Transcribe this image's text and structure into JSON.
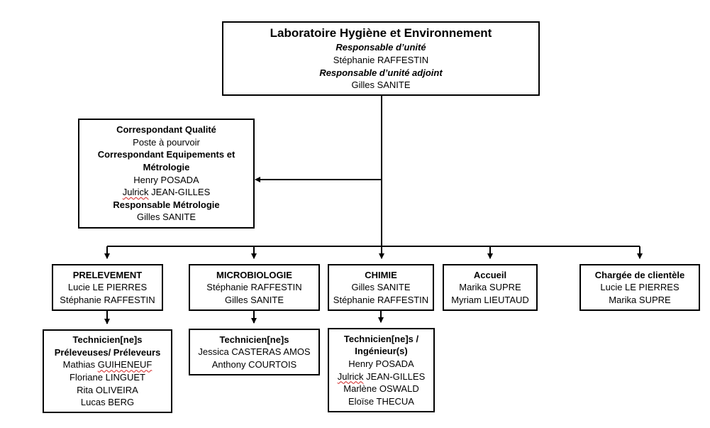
{
  "top": {
    "title": "Laboratoire Hygiène et Environnement",
    "role1": "Responsable d’unité",
    "name1": "Stéphanie RAFFESTIN",
    "role2": "Responsable d’unité adjoint",
    "name2": "Gilles SANITE"
  },
  "quality": {
    "role1": "Correspondant Qualité",
    "name1": "Poste à pourvoir",
    "role2a": "Correspondant Equipements et",
    "role2b": "Métrologie",
    "name2a_first": "Henry POSADA",
    "name2b_first": "Julrick",
    "name2b_last": " JEAN-GILLES",
    "role3": "Responsable Métrologie",
    "name3": "Gilles SANITE"
  },
  "depts": [
    {
      "title": "PRELEVEMENT",
      "members": [
        "Lucie LE PIERRES",
        "Stéphanie RAFFESTIN"
      ]
    },
    {
      "title": "MICROBIOLOGIE",
      "members": [
        "Stéphanie RAFFESTIN",
        "Gilles SANITE"
      ]
    },
    {
      "title": "CHIMIE",
      "members": [
        "Gilles SANITE",
        "Stéphanie RAFFESTIN"
      ]
    },
    {
      "title": "Accueil",
      "members": [
        "Marika SUPRE",
        "Myriam LIEUTAUD"
      ]
    },
    {
      "title": "Chargée de clientèle",
      "members": [
        "Lucie LE PIERRES",
        "Marika SUPRE"
      ]
    }
  ],
  "teams": [
    {
      "title1": "Technicien[ne]s",
      "title2": "Préleveuses/ Préleveurs",
      "m0a": "Mathias ",
      "m0b": "GUIHENEUF",
      "members": [
        "Floriane LINGUET",
        "Rita OLIVEIRA",
        "Lucas BERG"
      ]
    },
    {
      "title1": "Technicien[ne]s",
      "members": [
        "Jessica CASTERAS AMOS",
        "Anthony COURTOIS"
      ]
    },
    {
      "title1": "Technicien[ne]s /",
      "title2": "Ingénieur(s)",
      "m0": "Henry POSADA",
      "m1a": "Julrick",
      "m1b": " JEAN-GILLES",
      "members": [
        "Marlène OSWALD",
        "Eloïse THECUA"
      ]
    }
  ]
}
